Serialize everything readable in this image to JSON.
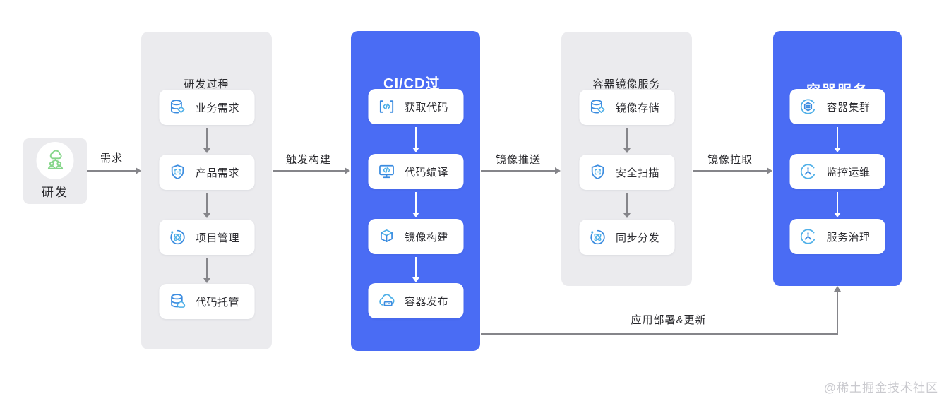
{
  "colors": {
    "panel_blue": "#4a6cf4",
    "panel_gray": "#ebebee",
    "icon_blue_dark": "#3b8ce0",
    "icon_blue_light": "#4fb0e8",
    "icon_green": "#86d68a",
    "arrow_gray": "#85858a",
    "text_dark": "#27272b"
  },
  "actor": {
    "label": "研发",
    "icon": "team-cloud-icon"
  },
  "arrows": {
    "requirement": "需求",
    "trigger_build": "触发构建",
    "image_push": "镜像推送",
    "image_pull": "镜像拉取",
    "deploy_update": "应用部署&更新"
  },
  "panels": [
    {
      "title": "研发过程",
      "variant": "gray",
      "items": [
        {
          "label": "业务需求",
          "icon": "database-layers-icon"
        },
        {
          "label": "产品需求",
          "icon": "shield-scan-icon"
        },
        {
          "label": "项目管理",
          "icon": "sync-circle-icon"
        },
        {
          "label": "代码托管",
          "icon": "database-cloud-icon"
        }
      ]
    },
    {
      "title": "CI/CD过程",
      "variant": "blue",
      "items": [
        {
          "label": "获取代码",
          "icon": "code-brackets-icon"
        },
        {
          "label": "代码编译",
          "icon": "monitor-code-icon"
        },
        {
          "label": "镜像构建",
          "icon": "cube-icon"
        },
        {
          "label": "容器发布",
          "icon": "cloud-server-icon"
        }
      ]
    },
    {
      "title": "容器镜像服务",
      "variant": "gray",
      "items": [
        {
          "label": "镜像存储",
          "icon": "database-layers-icon"
        },
        {
          "label": "安全扫描",
          "icon": "shield-scan-icon"
        },
        {
          "label": "同步分发",
          "icon": "sync-circle-icon"
        }
      ]
    },
    {
      "title": "容器服务",
      "variant": "blue",
      "items": [
        {
          "label": "容器集群",
          "icon": "cluster-icon"
        },
        {
          "label": "监控运维",
          "icon": "branch-icon"
        },
        {
          "label": "服务治理",
          "icon": "branch-icon"
        }
      ]
    }
  ],
  "watermark": "@稀土掘金技术社区"
}
